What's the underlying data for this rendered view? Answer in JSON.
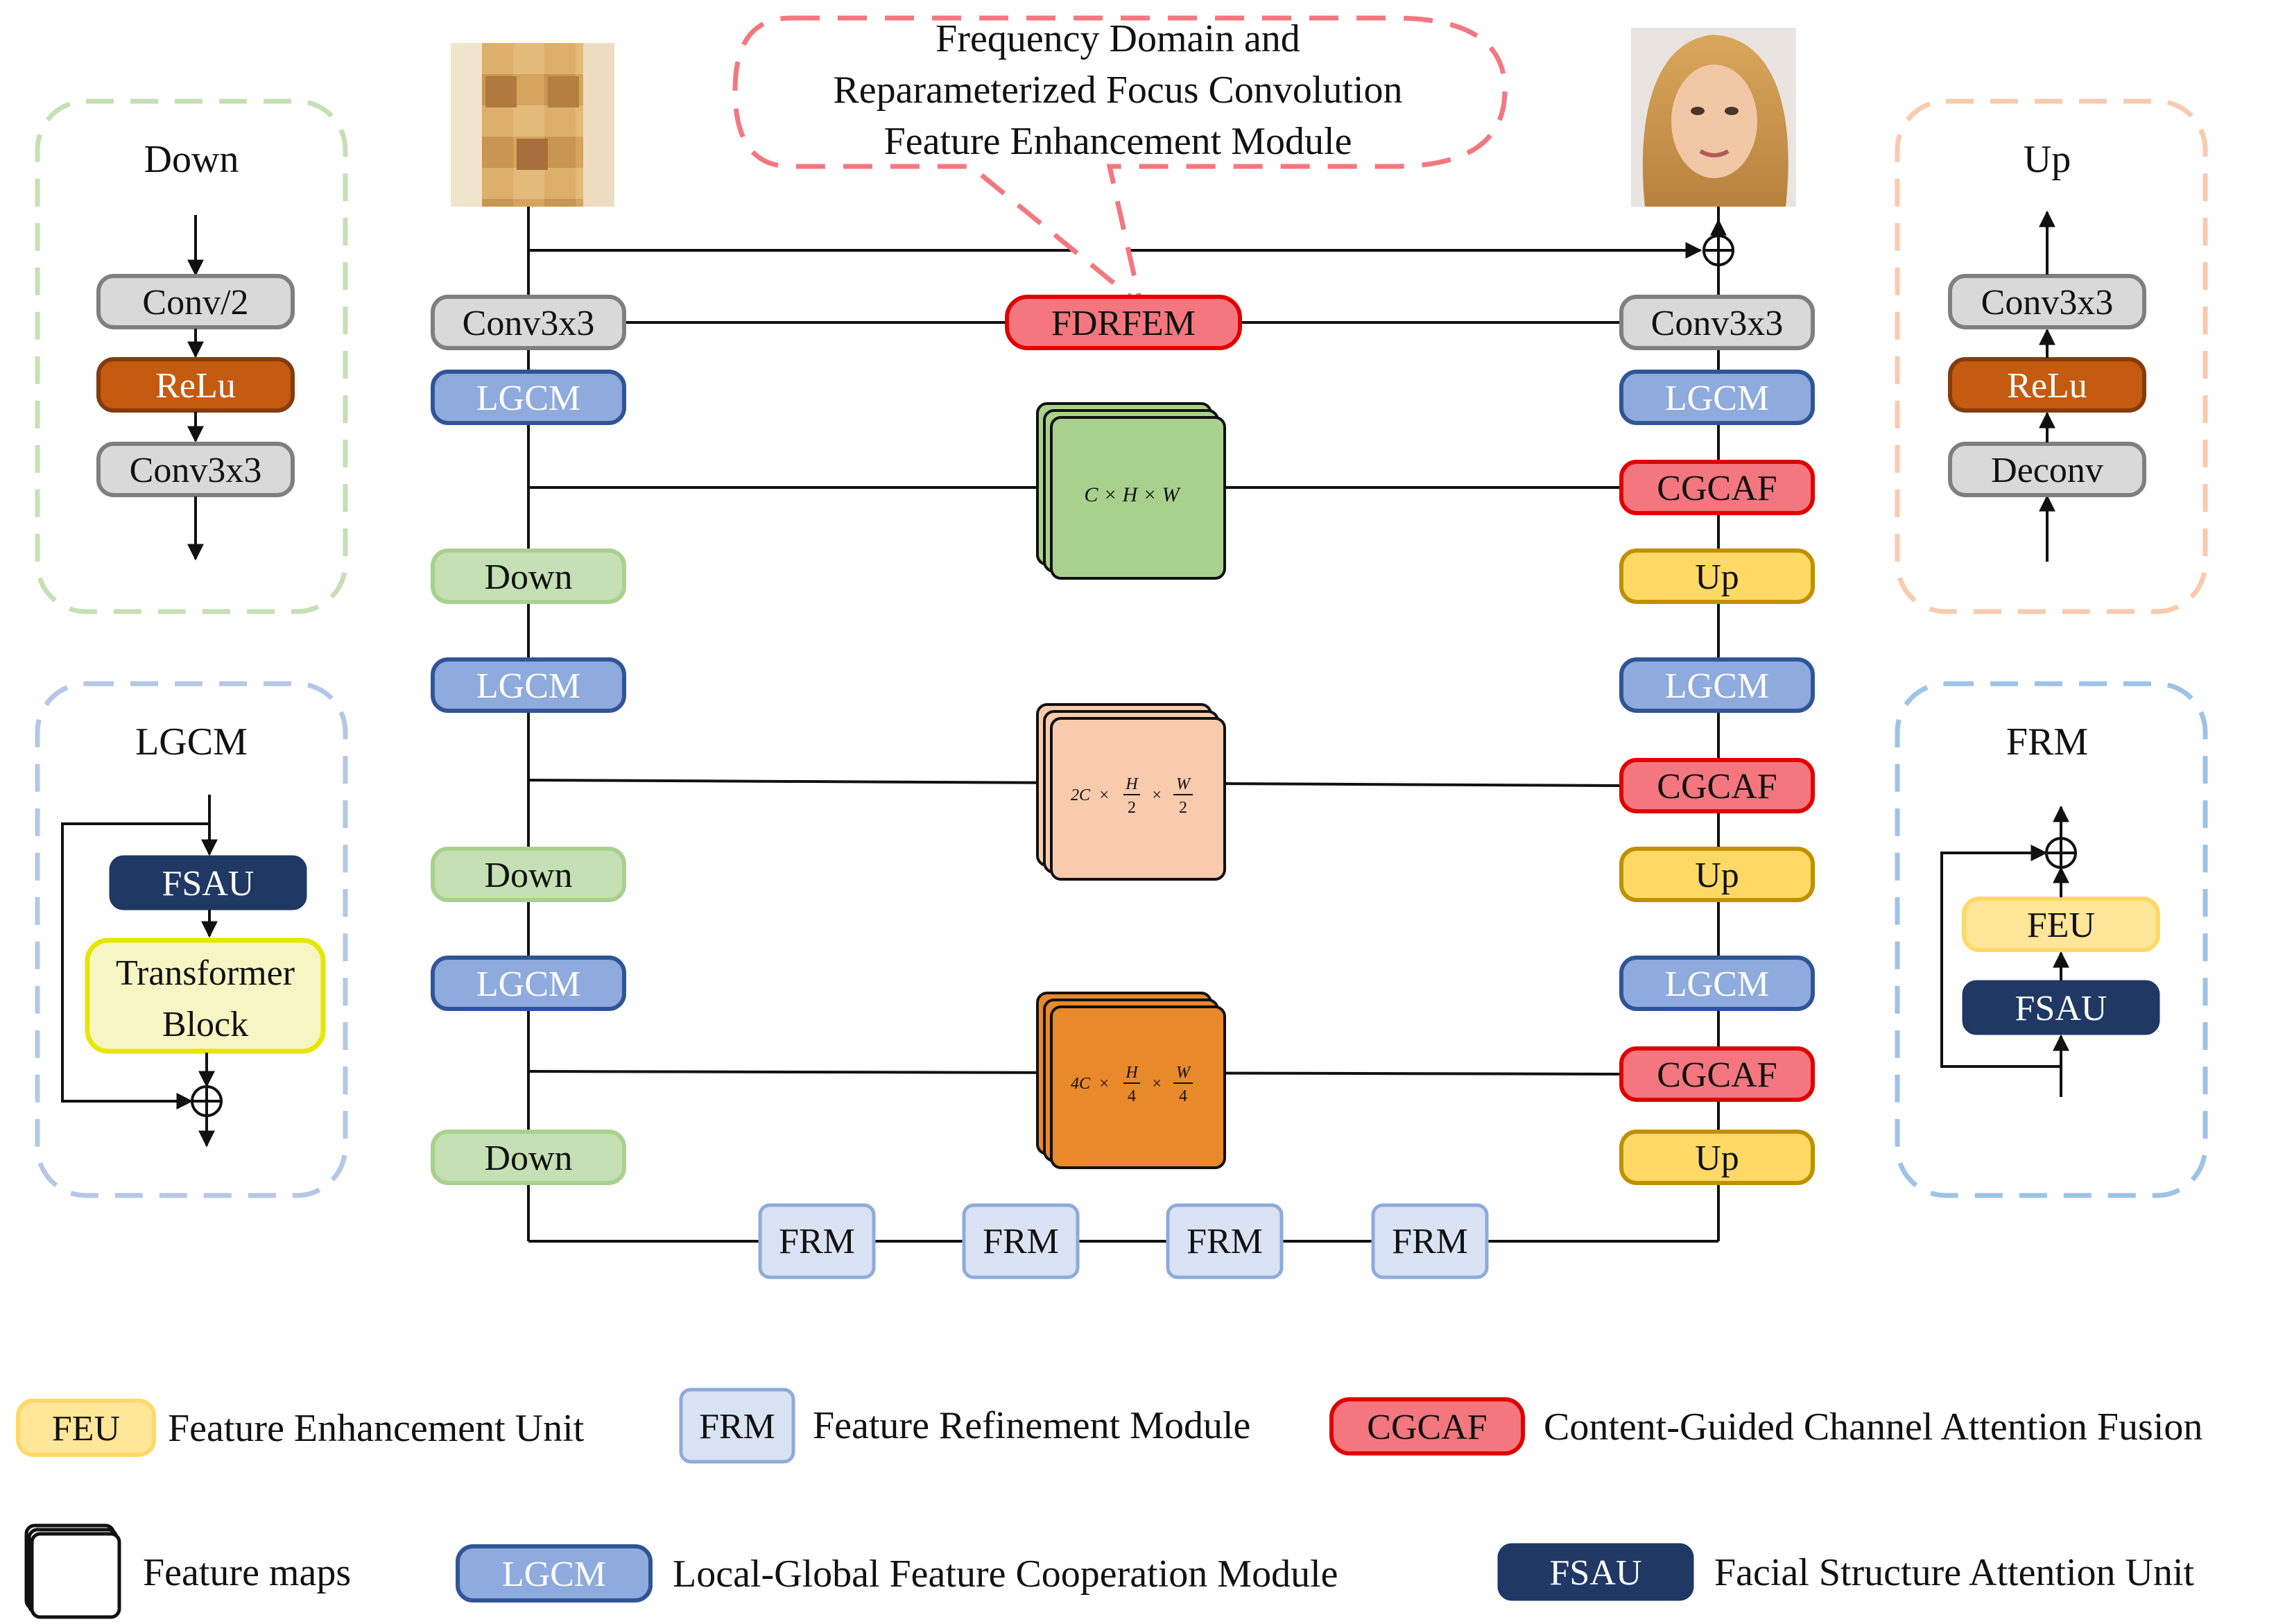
{
  "title_bubble": {
    "lines": [
      "Frequency Domain and",
      "Reparameterized Focus Convolution",
      "Feature Enhancement Module"
    ]
  },
  "main": {
    "conv_left": "Conv3x3",
    "conv_right": "Conv3x3",
    "fdrfem": "FDRFEM",
    "lgcm": "LGCM",
    "down": "Down",
    "up": "Up",
    "cgcaf": "CGCAF",
    "frm": "FRM",
    "feature_maps": [
      {
        "c": "C",
        "h": "H",
        "w": "W",
        "color": "#a9d18e"
      },
      {
        "c": "2C",
        "h": "H",
        "hd": "2",
        "w": "W",
        "wd": "2",
        "color": "#f8cbad"
      },
      {
        "c": "4C",
        "h": "H",
        "hd": "4",
        "w": "W",
        "wd": "4",
        "color": "#e8892c"
      }
    ]
  },
  "insets": {
    "down": {
      "title": "Down",
      "blocks": [
        "Conv/2",
        "ReLu",
        "Conv3x3"
      ]
    },
    "up": {
      "title": "Up",
      "blocks": [
        "Conv3x3",
        "ReLu",
        "Deconv"
      ]
    },
    "lgcm": {
      "title": "LGCM",
      "fsau": "FSAU",
      "transformer": [
        "Transformer",
        "Block"
      ]
    },
    "frm": {
      "title": "FRM",
      "feu": "FEU",
      "fsau": "FSAU"
    }
  },
  "legend": [
    {
      "tag": "FEU",
      "text": "Feature Enhancement Unit"
    },
    {
      "tag": "FRM",
      "text": "Feature Refinement Module"
    },
    {
      "tag": "CGCAF",
      "text": "Content-Guided Channel Attention Fusion"
    },
    {
      "tag": "",
      "text": "Feature maps"
    },
    {
      "tag": "LGCM",
      "text": "Local-Global Feature Cooperation Module"
    },
    {
      "tag": "FSAU",
      "text": "Facial Structure Attention Unit"
    }
  ],
  "colors": {
    "gray_fill": "#d9d9d9",
    "gray_stroke": "#7f7f7f",
    "blue_fill": "#8faadc",
    "blue_stroke": "#2f5597",
    "green_fill": "#c5e0b4",
    "green_stroke": "#a9d18e",
    "yellow_fill": "#ffd966",
    "yellow_stroke": "#bf9000",
    "red_fill": "#f4777f",
    "red_stroke": "#e00000",
    "orange_fill": "#c55a11",
    "navy_fill": "#203864",
    "frm_fill": "#dae3f3",
    "frm_stroke": "#8faadc",
    "feu_fill": "#ffe699"
  }
}
